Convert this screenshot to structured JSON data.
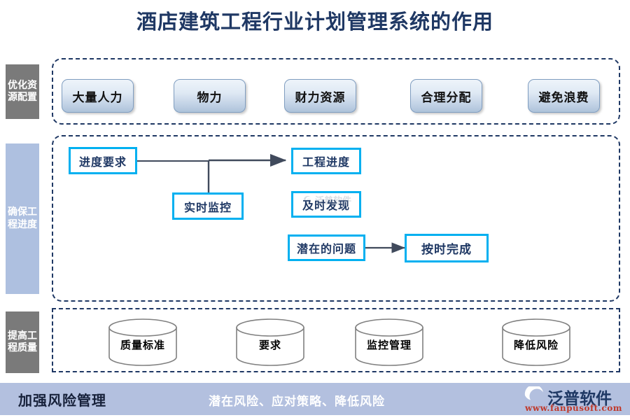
{
  "page": {
    "title": "酒店建筑工程行业计划管理系统的作用",
    "title_color": "#1f3864"
  },
  "colors": {
    "gray_label": "#7a7a7a",
    "blue_label": "#aec0e0",
    "cyan_border": "#00b0f0",
    "dashed_border": "#1f3864",
    "footer_band": "#b3c0df",
    "arrow": "#404a5c",
    "logo_url": "#c0392b"
  },
  "sections": [
    {
      "id": "resource",
      "label": "优化资源配置",
      "label_style": "gray",
      "items": [
        {
          "label": "大量人力"
        },
        {
          "label": "物力"
        },
        {
          "label": "财力资源"
        },
        {
          "label": "合理分配"
        },
        {
          "label": "避免浪费"
        }
      ]
    },
    {
      "id": "progress",
      "label": "确保工程进度",
      "label_style": "blue",
      "items": [
        {
          "label": "进度要求"
        },
        {
          "label": "实时监控"
        },
        {
          "label": "工程进度"
        },
        {
          "label": "及时发现"
        },
        {
          "label": "潜在的问题"
        },
        {
          "label": "按时完成"
        }
      ]
    },
    {
      "id": "quality",
      "label": "提高工程质量",
      "label_style": "gray",
      "items": [
        {
          "label": "质量标准"
        },
        {
          "label": "要求"
        },
        {
          "label": "监控管理"
        },
        {
          "label": "降低风险"
        }
      ]
    }
  ],
  "footer": {
    "left": "加强风险管理",
    "center": "潜在风险、应对策略、降低风险",
    "logo_word": "泛普软件",
    "logo_url": "www.fanpusoft.com"
  },
  "watermark": {
    "word": "泛普软件"
  }
}
